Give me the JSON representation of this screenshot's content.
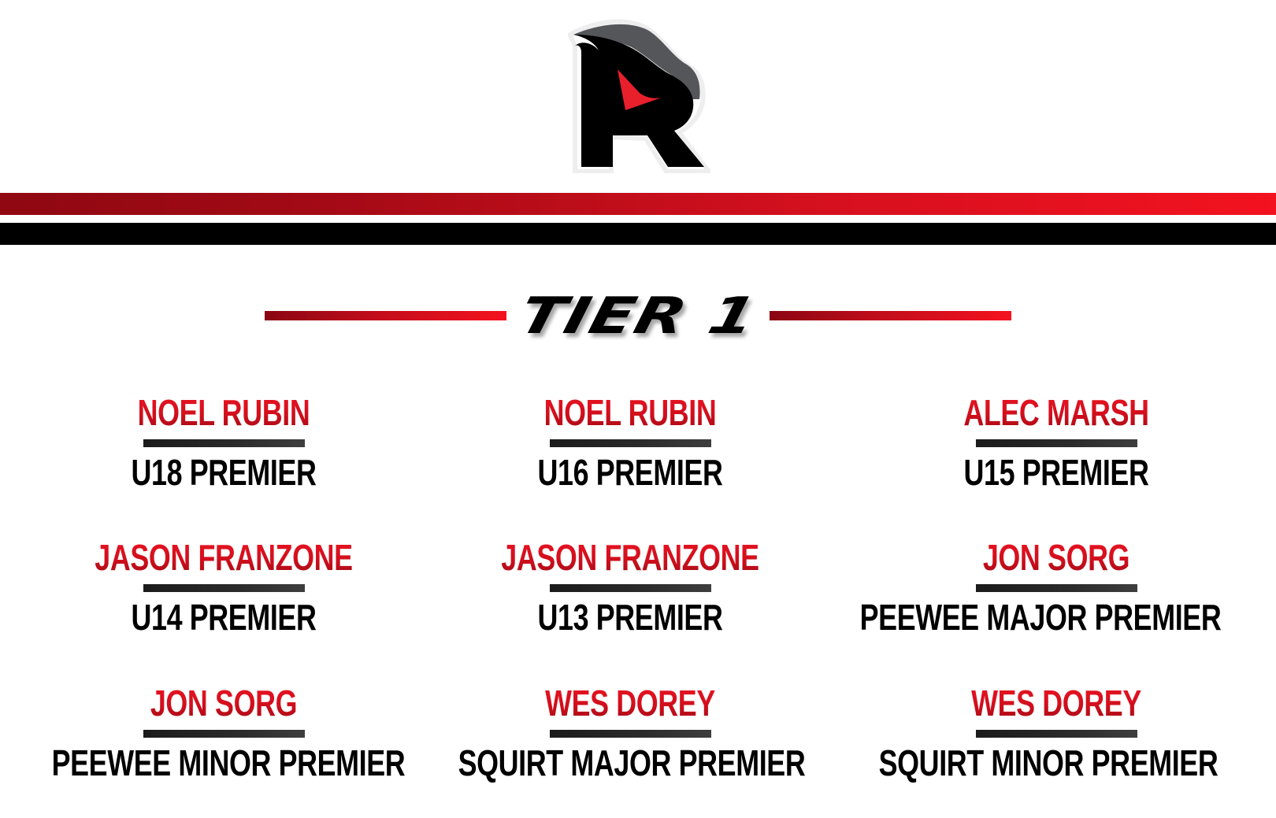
{
  "logo": {
    "icon": "redwings-r-bird-logo",
    "colors": {
      "body": "#000000",
      "shade": "#555558",
      "eye": "#e8202c"
    }
  },
  "header": {
    "stripe_colors": {
      "red_start": "#8f0812",
      "red_end": "#f3121f",
      "black": "#000000"
    }
  },
  "section": {
    "title": "TIER 1",
    "line_color_start": "#8a0612",
    "line_color_end": "#f5121f"
  },
  "coaches": [
    {
      "name": "NOEL RUBIN",
      "team": "U18 PREMIER"
    },
    {
      "name": "NOEL RUBIN",
      "team": "U16 PREMIER"
    },
    {
      "name": "ALEC MARSH",
      "team": "U15 PREMIER"
    },
    {
      "name": "JASON FRANZONE",
      "team": "U14 PREMIER"
    },
    {
      "name": "JASON FRANZONE",
      "team": "U13 PREMIER"
    },
    {
      "name": "JON SORG",
      "team": "PEEWEE MAJOR PREMIER"
    },
    {
      "name": "JON SORG",
      "team": "PEEWEE MINOR PREMIER"
    },
    {
      "name": "WES DOREY",
      "team": "SQUIRT MAJOR PREMIER"
    },
    {
      "name": "WES DOREY",
      "team": "SQUIRT MINOR PREMIER"
    }
  ],
  "colors": {
    "name_text": "#d10f1d",
    "team_text": "#000000",
    "divider": "#2c2c2c"
  }
}
